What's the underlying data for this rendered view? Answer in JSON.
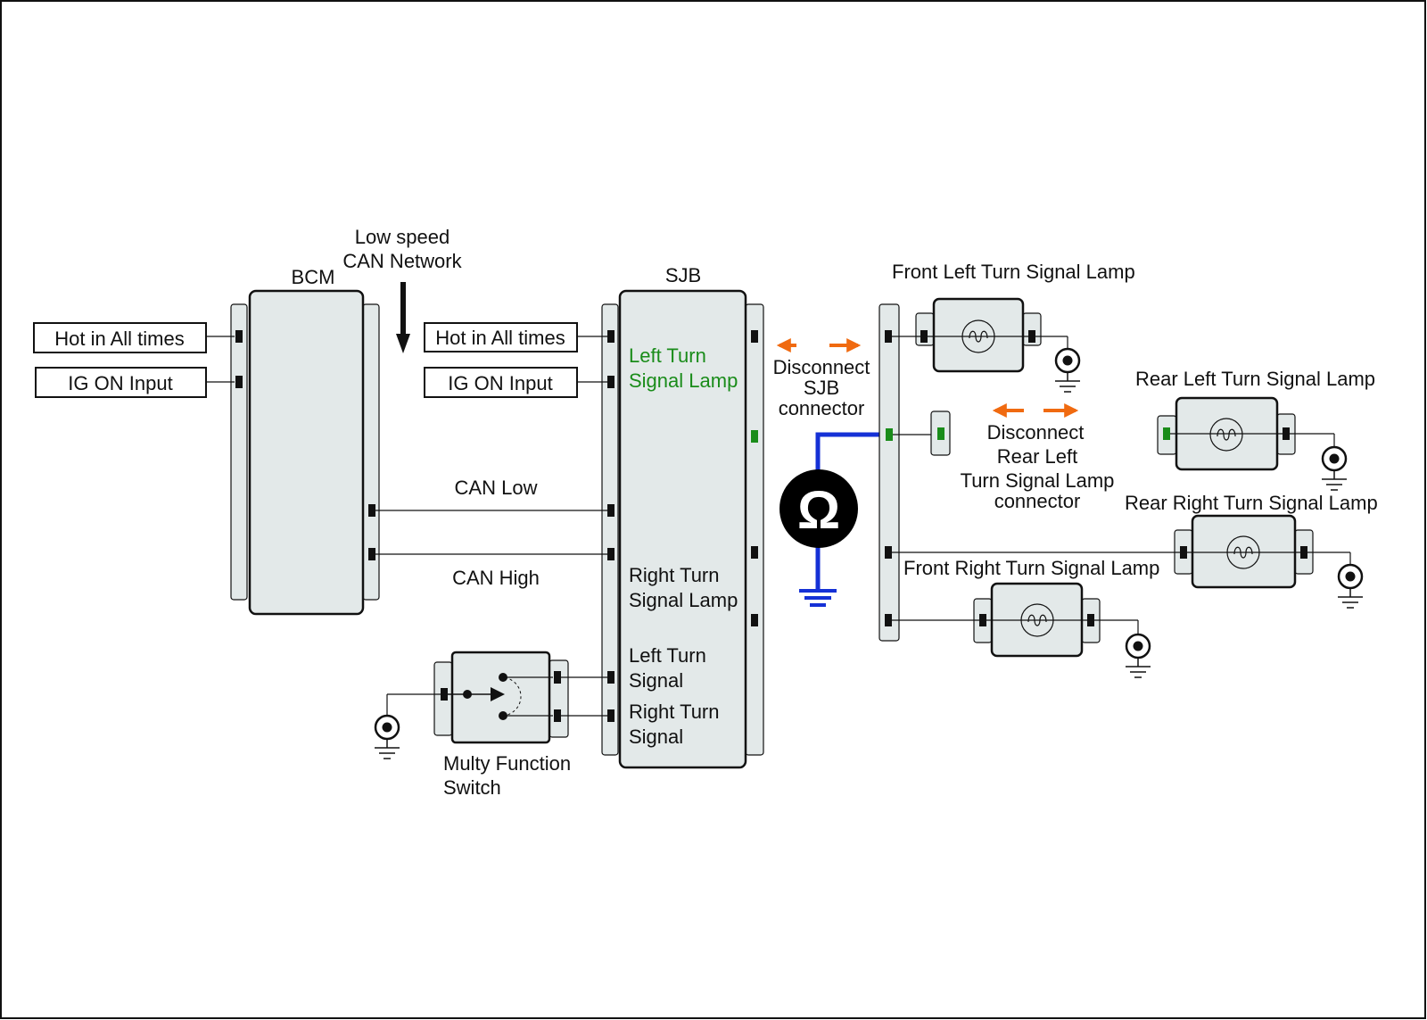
{
  "colors": {
    "box_fill": "#e3e9e9",
    "stroke": "#111111",
    "green_text": "#1a8c1a",
    "green_pin": "#1a8c1a",
    "blue_wire": "#1531d6",
    "orange_arrow": "#f06a10",
    "meter_fill": "#000000"
  },
  "labels": {
    "can_network_line1": "Low speed",
    "can_network_line2": "CAN Network",
    "bcm": "BCM",
    "sjb": "SJB",
    "bcm_hot": "Hot in All times",
    "bcm_ig": "IG ON Input",
    "sjb_hot": "Hot in All times",
    "sjb_ig": "IG ON Input",
    "can_low": "CAN Low",
    "can_high": "CAN High",
    "sjb_left_lamp_1": "Left Turn",
    "sjb_left_lamp_2": "Signal Lamp",
    "sjb_right_lamp_1": "Right Turn",
    "sjb_right_lamp_2": "Signal Lamp",
    "sjb_left_signal_1": "Left Turn",
    "sjb_left_signal_2": "Signal",
    "sjb_right_signal_1": "Right Turn",
    "sjb_right_signal_2": "Signal",
    "switch_1": "Multy Function",
    "switch_2": "Switch",
    "disconnect_sjb_1": "Disconnect",
    "disconnect_sjb_2": "SJB",
    "disconnect_sjb_3": "connector",
    "disconnect_rear_1": "Disconnect",
    "disconnect_rear_2": "Rear Left",
    "disconnect_rear_3": "Turn Signal Lamp",
    "disconnect_rear_4": "connector",
    "front_left_lamp": "Front Left Turn Signal Lamp",
    "rear_left_lamp": "Rear Left Turn Signal Lamp",
    "rear_right_lamp": "Rear Right Turn Signal Lamp",
    "front_right_lamp": "Front Right Turn Signal Lamp",
    "ohm_symbol": "Ω"
  },
  "icons": {
    "meter": "ohmmeter-icon",
    "ground": "ground-icon",
    "lamp": "lamp-bulb-icon",
    "arrow": "arrow-down-icon",
    "disconnect": "double-arrow-icon"
  }
}
